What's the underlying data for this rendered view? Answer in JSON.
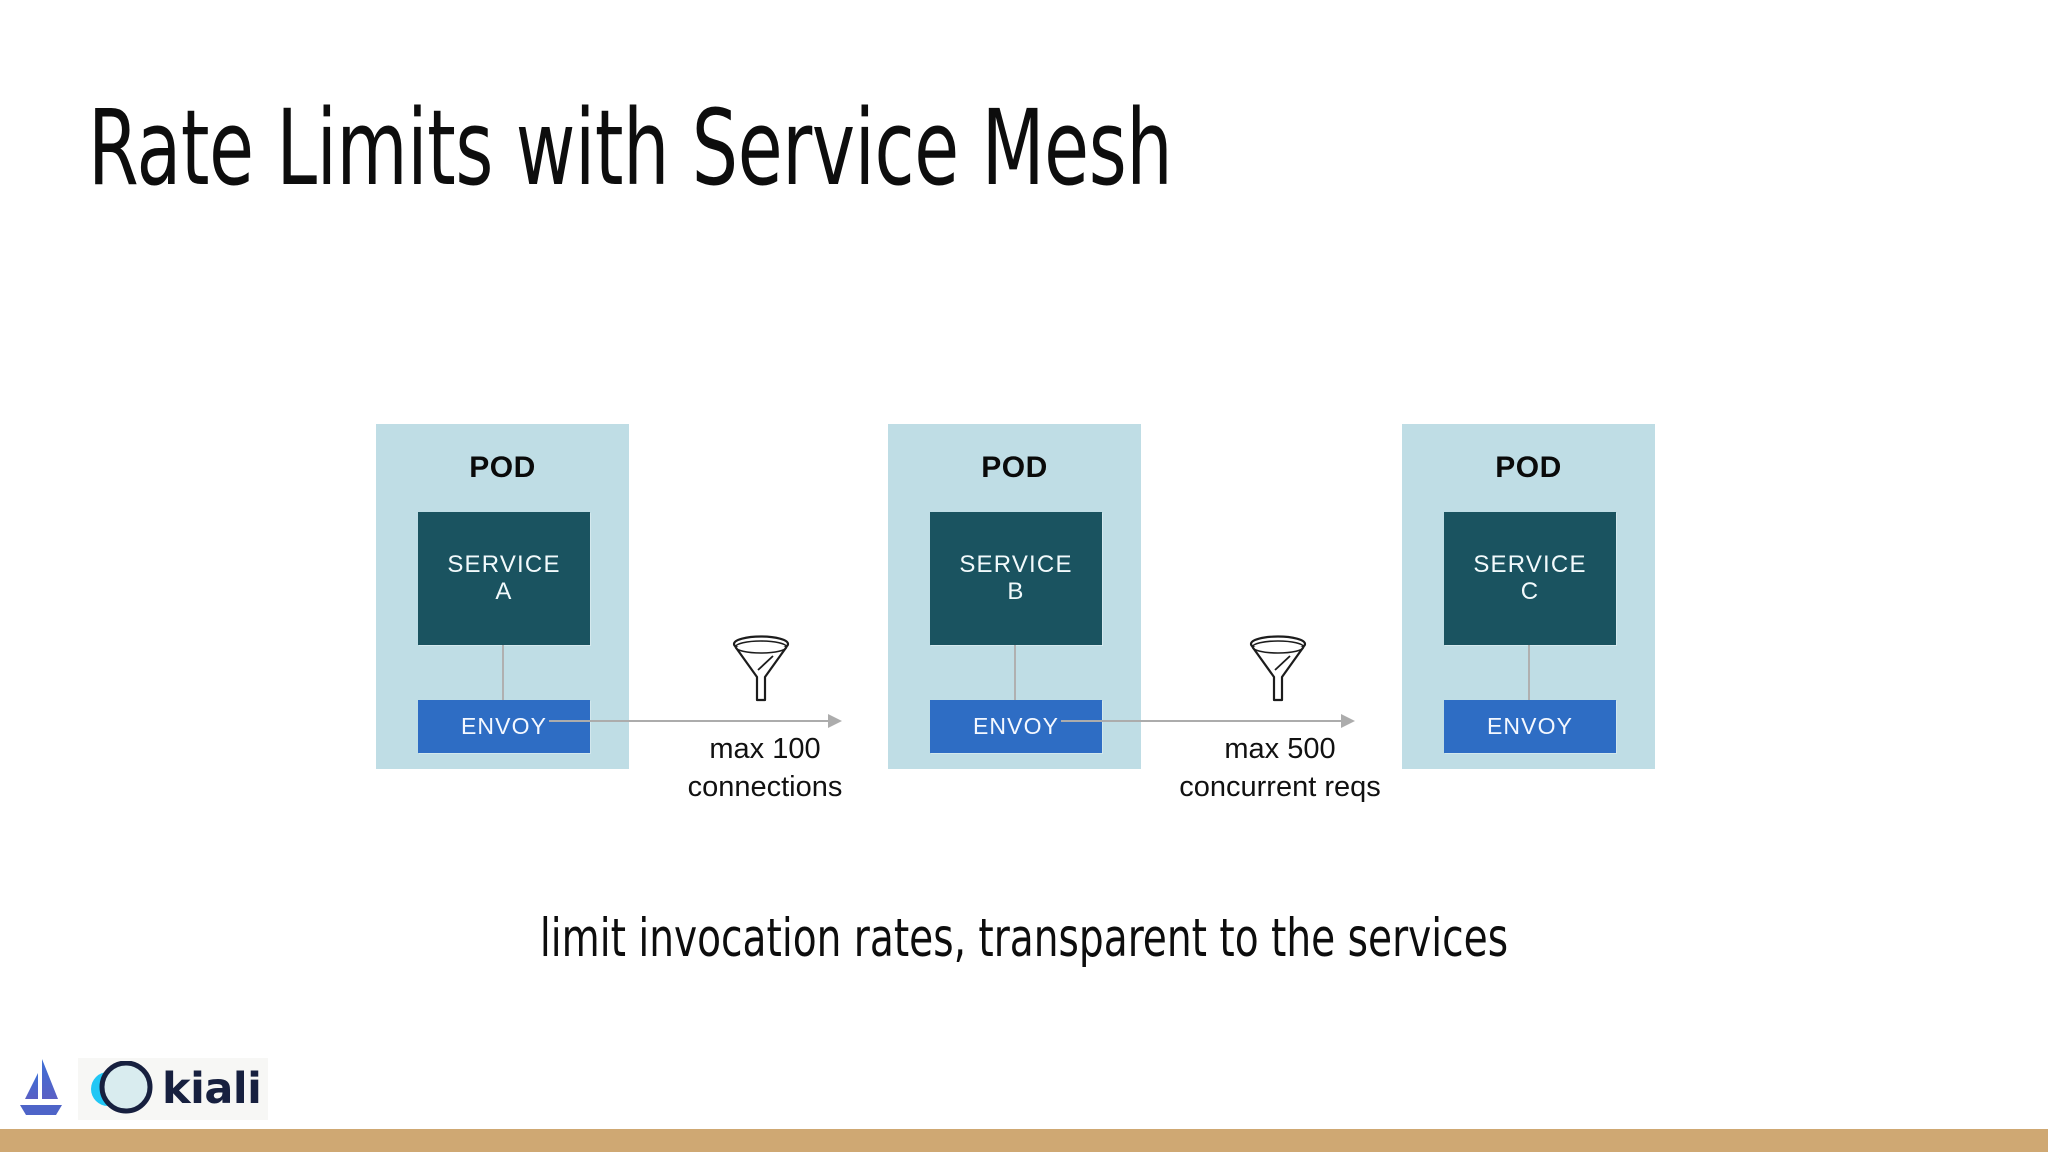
{
  "slide": {
    "title": "Rate Limits with Service Mesh",
    "caption": "limit invocation rates, transparent to the services",
    "background_color": "#ffffff",
    "bottom_bar_color": "#cfa873"
  },
  "diagram": {
    "pod_color": "#bfdde5",
    "service_color": "#1a5360",
    "envoy_color": "#2e6dc4",
    "connector_color": "#acacac",
    "pods": [
      {
        "pod_label": "POD",
        "service_name": "SERVICE",
        "service_id": "A",
        "sidecar_label": "ENVOY"
      },
      {
        "pod_label": "POD",
        "service_name": "SERVICE",
        "service_id": "B",
        "sidecar_label": "ENVOY"
      },
      {
        "pod_label": "POD",
        "service_name": "SERVICE",
        "service_id": "C",
        "sidecar_label": "ENVOY"
      }
    ],
    "limits": [
      {
        "icon": "funnel-icon",
        "line1": "max 100",
        "line2": "connections"
      },
      {
        "icon": "funnel-icon",
        "line1": "max 500",
        "line2": "concurrent reqs"
      }
    ]
  },
  "footer": {
    "istio_logo_alt": "istio-sailboat-logo",
    "kiali_logo_alt": "kiali-logo",
    "kiali_wordmark": "kiali"
  }
}
